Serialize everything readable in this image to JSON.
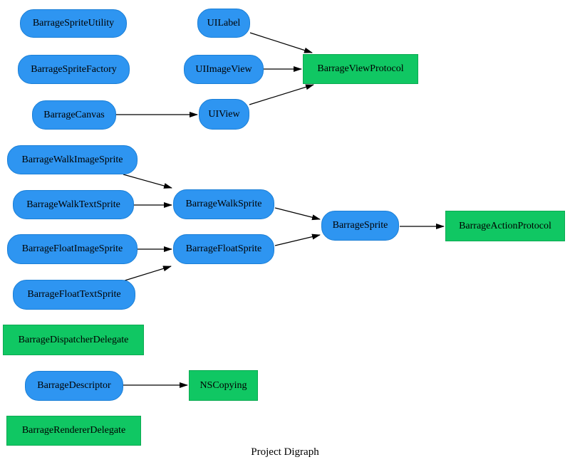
{
  "title": "Project Digraph",
  "colors": {
    "class_fill": "#2e95f1",
    "protocol_fill": "#10c763",
    "edge": "#000000",
    "text": "#000000",
    "background": "#ffffff"
  },
  "nodes": {
    "barrage_sprite_utility": {
      "label": "BarrageSpriteUtility",
      "kind": "class"
    },
    "barrage_sprite_factory": {
      "label": "BarrageSpriteFactory",
      "kind": "class"
    },
    "barrage_canvas": {
      "label": "BarrageCanvas",
      "kind": "class"
    },
    "ui_label": {
      "label": "UILabel",
      "kind": "class"
    },
    "ui_image_view": {
      "label": "UIImageView",
      "kind": "class"
    },
    "ui_view": {
      "label": "UIView",
      "kind": "class"
    },
    "barrage_view_protocol": {
      "label": "BarrageViewProtocol",
      "kind": "protocol"
    },
    "barrage_walk_image_sprite": {
      "label": "BarrageWalkImageSprite",
      "kind": "class"
    },
    "barrage_walk_text_sprite": {
      "label": "BarrageWalkTextSprite",
      "kind": "class"
    },
    "barrage_walk_sprite": {
      "label": "BarrageWalkSprite",
      "kind": "class"
    },
    "barrage_float_image_sprite": {
      "label": "BarrageFloatImageSprite",
      "kind": "class"
    },
    "barrage_float_sprite": {
      "label": "BarrageFloatSprite",
      "kind": "class"
    },
    "barrage_float_text_sprite": {
      "label": "BarrageFloatTextSprite",
      "kind": "class"
    },
    "barrage_sprite": {
      "label": "BarrageSprite",
      "kind": "class"
    },
    "barrage_action_protocol": {
      "label": "BarrageActionProtocol",
      "kind": "protocol"
    },
    "barrage_dispatcher_delegate": {
      "label": "BarrageDispatcherDelegate",
      "kind": "protocol"
    },
    "barrage_descriptor": {
      "label": "BarrageDescriptor",
      "kind": "class"
    },
    "ns_copying": {
      "label": "NSCopying",
      "kind": "protocol"
    },
    "barrage_renderer_delegate": {
      "label": "BarrageRendererDelegate",
      "kind": "protocol"
    }
  },
  "edges": [
    {
      "from": "BarrageCanvas",
      "to": "UIView"
    },
    {
      "from": "UILabel",
      "to": "BarrageViewProtocol"
    },
    {
      "from": "UIImageView",
      "to": "BarrageViewProtocol"
    },
    {
      "from": "UIView",
      "to": "BarrageViewProtocol"
    },
    {
      "from": "BarrageWalkImageSprite",
      "to": "BarrageWalkSprite"
    },
    {
      "from": "BarrageWalkTextSprite",
      "to": "BarrageWalkSprite"
    },
    {
      "from": "BarrageFloatImageSprite",
      "to": "BarrageFloatSprite"
    },
    {
      "from": "BarrageFloatTextSprite",
      "to": "BarrageFloatSprite"
    },
    {
      "from": "BarrageWalkSprite",
      "to": "BarrageSprite"
    },
    {
      "from": "BarrageFloatSprite",
      "to": "BarrageSprite"
    },
    {
      "from": "BarrageSprite",
      "to": "BarrageActionProtocol"
    },
    {
      "from": "BarrageDescriptor",
      "to": "NSCopying"
    }
  ]
}
